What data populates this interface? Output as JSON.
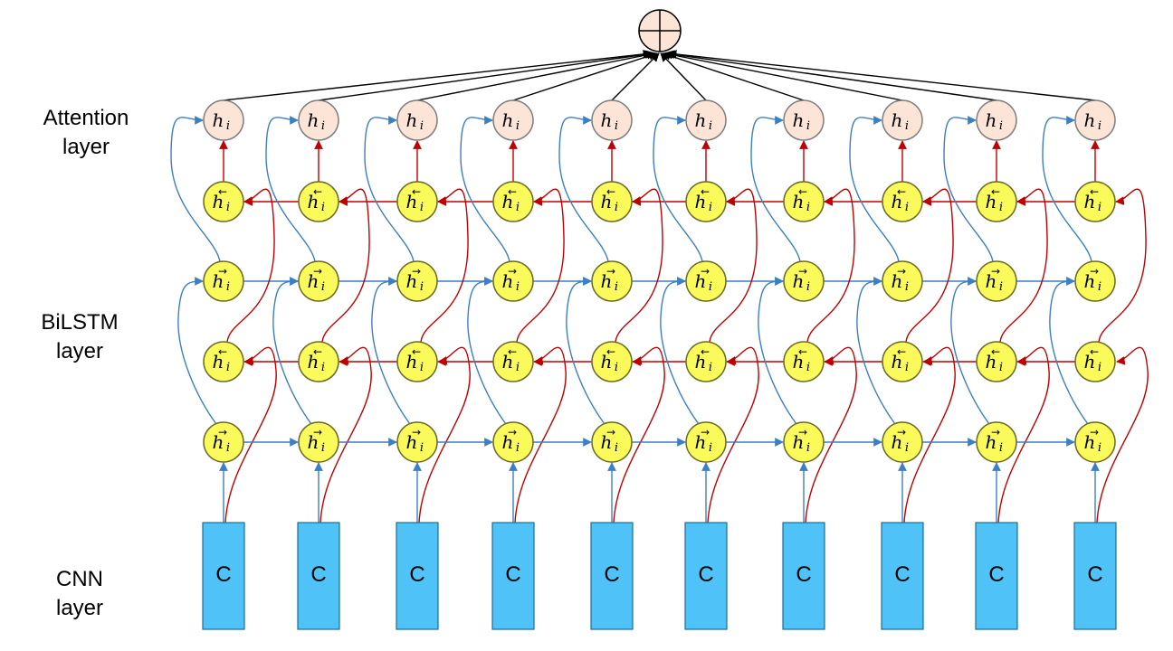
{
  "labels": {
    "attention_line1": "Attention",
    "attention_line2": "layer",
    "bilstm_line1": "BiLSTM",
    "bilstm_line2": "layer",
    "cnn_line1": "CNN",
    "cnn_line2": "layer"
  },
  "cnn_block_text": "C",
  "node_base": "h",
  "node_sub": "i",
  "forward_arrow": "→",
  "backward_arrow": "←",
  "sum_symbol": "⊕",
  "column_count": 10,
  "rows": [
    {
      "type": "attention"
    },
    {
      "type": "backward"
    },
    {
      "type": "forward"
    },
    {
      "type": "backward"
    },
    {
      "type": "forward"
    }
  ],
  "colors": {
    "attention_fill": "#fce4d6",
    "lstm_fill": "#fafa5a",
    "node_stroke": "#7f7f7f",
    "lstm_stroke": "#6b6b2a",
    "cnn_fill": "#4fc3f7",
    "cnn_stroke": "#1d6f94",
    "blue_arrow": "#3b7fc4",
    "red_arrow": "#c00000",
    "black_arrow": "#000000",
    "sum_fill": "#fce4d6"
  }
}
